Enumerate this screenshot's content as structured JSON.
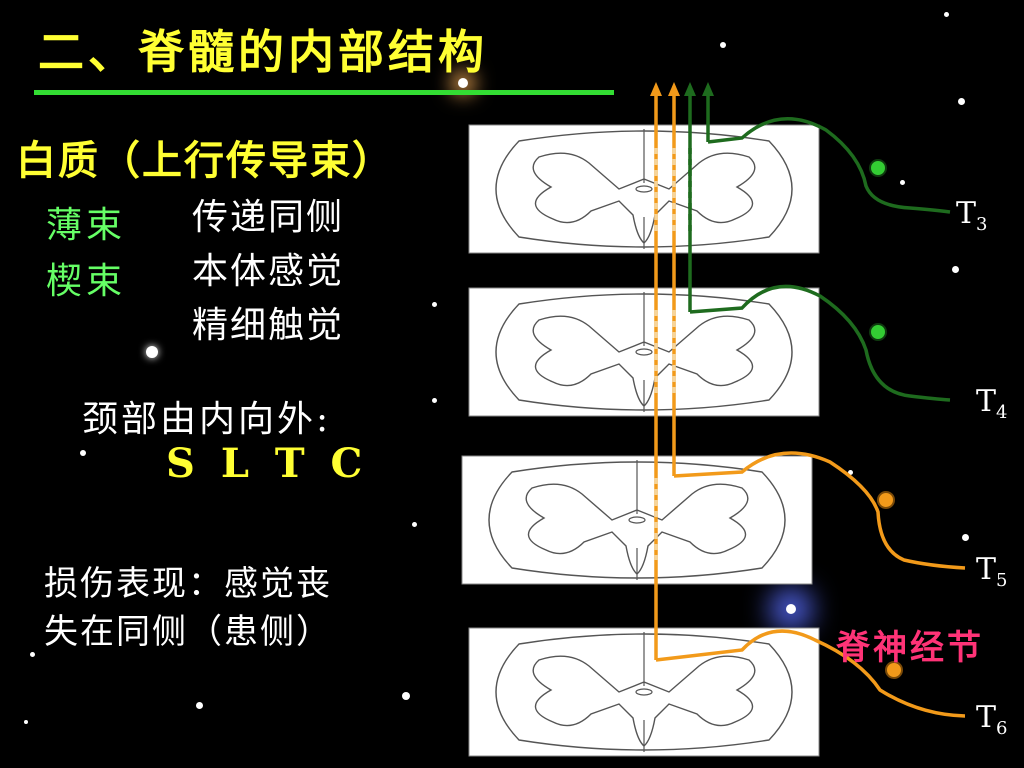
{
  "title": "二、脊髓的内部结构",
  "white_matter": {
    "heading": "白质（上行传导束）",
    "tracts": [
      "薄束",
      "楔束"
    ],
    "functions": [
      "传递同侧",
      "本体感觉",
      "精细触觉"
    ],
    "order_text": "颈部由内向外:",
    "order_value": "S L T C",
    "injury_lines": [
      "损伤表现：感觉丧",
      "失在同侧（患侧）"
    ]
  },
  "diagram": {
    "segments": [
      {
        "label": "T",
        "sub": "3"
      },
      {
        "label": "T",
        "sub": "4"
      },
      {
        "label": "T",
        "sub": "5"
      },
      {
        "label": "T",
        "sub": "6"
      }
    ],
    "ganglion_label": "脊神经节",
    "colors": {
      "gracile_upper": "#1e6b1e",
      "lower": "#f29a1a",
      "ganglion_label": "#ff3377",
      "title": "#ffff33",
      "rule": "#33dd33"
    }
  }
}
